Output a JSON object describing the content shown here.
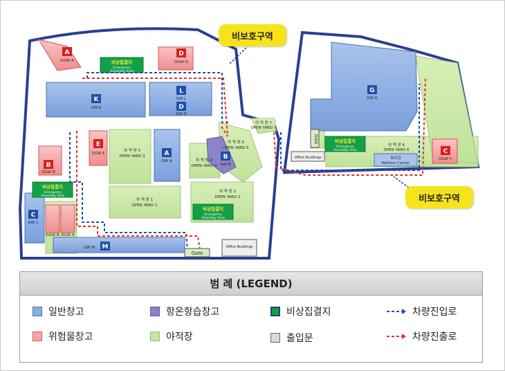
{
  "callouts": {
    "top": "비보호구역",
    "right": "비보호구역"
  },
  "map": {
    "warehouses": {
      "A_top": {
        "letter": "A",
        "code": "DGW A"
      },
      "D_top": {
        "letter": "D",
        "code": "DGW D"
      },
      "K": {
        "letter": "K",
        "code": "GW K"
      },
      "L": {
        "letter": "L",
        "code": "GW L"
      },
      "D_mid": {
        "letter": "D",
        "code": "GW D"
      },
      "E": {
        "letter": "E",
        "code": "DGW E"
      },
      "A_mid": {
        "letter": "A",
        "code": "GW A"
      },
      "B_left": {
        "letter": "B",
        "code": "DGW B"
      },
      "B_mid": {
        "letter": "B",
        "code": "GW B"
      },
      "C_left": {
        "letter": "C",
        "code": "GW C"
      },
      "M": {
        "letter": "M",
        "code": "GW M"
      },
      "G": {
        "letter": "G",
        "code": "GW G"
      },
      "C_right": {
        "letter": "C",
        "code": "DGW C"
      },
      "dgw_a_small": {
        "label": "DGW A"
      },
      "dgw_b_small": {
        "label": "DGW B"
      }
    },
    "assembly": {
      "title": "비상집결지",
      "sub1": "Emergency",
      "sub2": "Assembly Area"
    },
    "yards": {
      "y1": {
        "ko": "야 적 장 1",
        "en": "OPEN YARD 1"
      },
      "y2": {
        "ko": "야 적 장 2",
        "en": "OPEN YARD 2"
      },
      "y3": {
        "ko": "야 적 장 3",
        "en": "OPEN YARD 3"
      },
      "y4": {
        "ko": "야 적 장 4",
        "en": "OPEN YARD 4"
      },
      "y5": {
        "ko": "야 적 장 5",
        "en": "OPEN YARD 5"
      },
      "y6": {
        "ko": "야 적 장 6",
        "en": "OPEN YARD 6"
      },
      "y7": {
        "ko": "야 적 장 7",
        "en": "OPEN YARD 7"
      }
    },
    "welfare": {
      "ko": "복지관",
      "en": "Welfare Center"
    },
    "office": "Office Buildings",
    "gate": "Gate"
  },
  "legend": {
    "title": "범 례 (LEGEND)",
    "items": {
      "general": "일반창고",
      "hazard": "위험물창고",
      "bonded": "항온항습창고",
      "yard": "야적장",
      "assembly": "비상집결지",
      "gate": "출입문",
      "entry": "차량진입로",
      "exit": "차량진출로"
    },
    "colors": {
      "blue": "#1f4fa8",
      "red": "#e03030",
      "general": "#8aaede",
      "hazard": "#f4a7a7",
      "bonded": "#8c84c8",
      "yard": "#c8e6a0",
      "assembly": "#14a046",
      "gate": "#d9d9d9"
    }
  }
}
